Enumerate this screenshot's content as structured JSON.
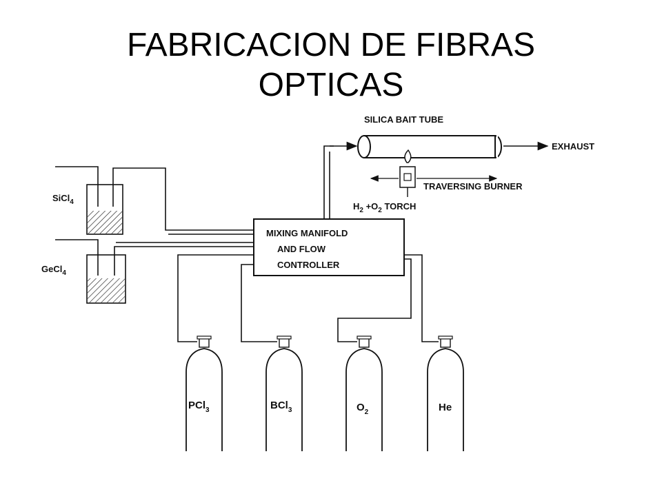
{
  "title": {
    "line1": "FABRICACION DE FIBRAS",
    "line2": "OPTICAS"
  },
  "diagram": {
    "silica_tube": "SILICA BAIT TUBE",
    "exhaust": "EXHAUST",
    "traversing_burner": "TRAVERSING BURNER",
    "torch": {
      "h": "H",
      "h_sub": "2",
      "mid": " +O",
      "o_sub": "2",
      "tail": " TORCH"
    },
    "manifold": {
      "line1": "MIXING MANIFOLD",
      "line2": "AND FLOW",
      "line3": "CONTROLLER"
    },
    "bubblers": [
      {
        "base": "SiCl",
        "sub": "4"
      },
      {
        "base": "GeCl",
        "sub": "4"
      }
    ],
    "cylinders": [
      {
        "base": "PCl",
        "sub": "3"
      },
      {
        "base": "BCl",
        "sub": "3"
      },
      {
        "base": "O",
        "sub": "2"
      },
      {
        "base": "He",
        "sub": ""
      }
    ]
  }
}
